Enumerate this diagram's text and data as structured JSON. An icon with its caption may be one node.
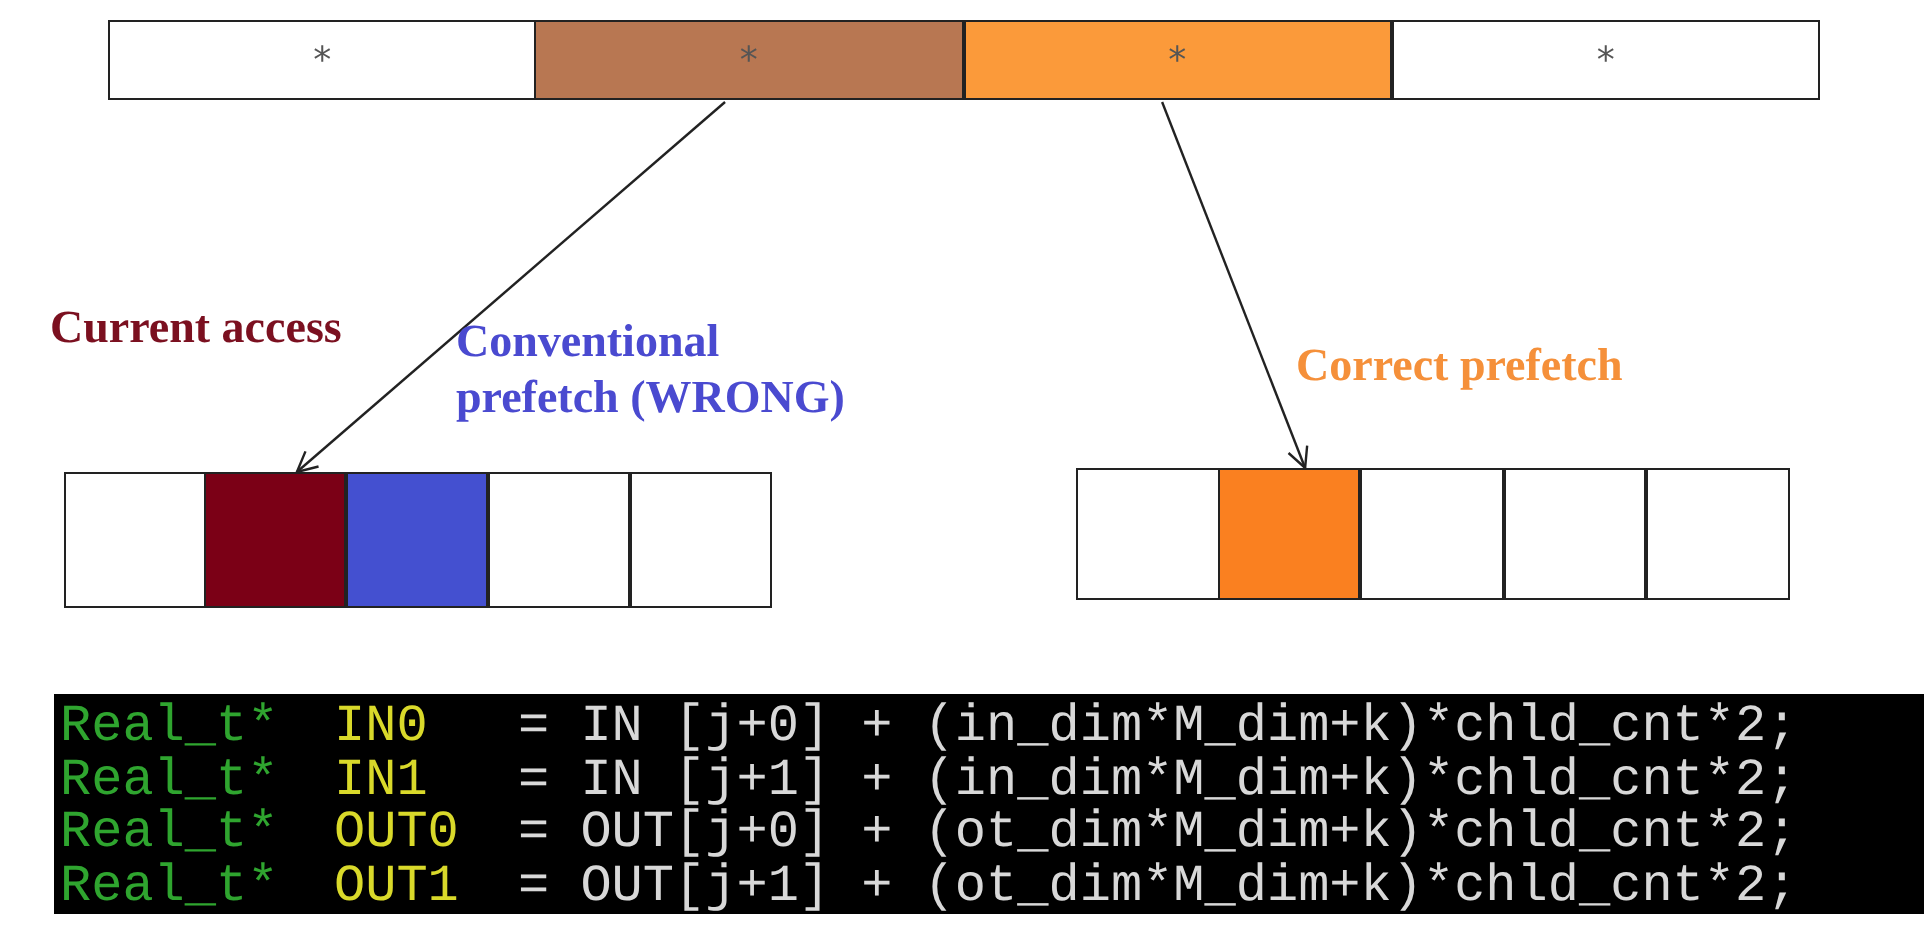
{
  "diagram": {
    "nodes": [
      {
        "text": [
          "*"
        ]
      },
      {
        "text": [
          "*"
        ]
      },
      {
        "text": [
          "*"
        ]
      },
      {
        "text": [
          "*"
        ]
      },
      {
        "text": [],
        "shape": "box"
      },
      {
        "text": [],
        "shape": "box"
      },
      {
        "text": [],
        "shape": "box"
      },
      {
        "text": [],
        "shape": "box"
      },
      {
        "text": [],
        "shape": "box"
      },
      {
        "text": [],
        "shape": "box"
      },
      {
        "text": [],
        "shape": "box"
      },
      {
        "text": [],
        "shape": "box"
      },
      {
        "text": [],
        "shape": "box"
      },
      {
        "text": [],
        "shape": "box"
      }
    ],
    "edges": [
      {
        "from": 1,
        "to": 5,
        "arrow": "to"
      },
      {
        "from": 2,
        "to": 10,
        "arrow": "to"
      }
    ],
    "labels": [
      "Current access",
      "Conventional prefetch (WRONG)",
      "Correct prefetch",
      "Real_t*",
      "IN0",
      "= IN [j+0] + (in_dim*M_dim+k)*chld_cnt*2;",
      "Real_t*",
      "IN1",
      "= IN [j+1] + (in_dim*M_dim+k)*chld_cnt*2;",
      "Real_t*",
      "OUT0",
      "= OUT[j+0] + (ot_dim*M_dim+k)*chld_cnt*2;",
      "Real_t*",
      "OUT1",
      "= OUT[j+1] + (ot_dim*M_dim+k)*chld_cnt*2;"
    ]
  }
}
